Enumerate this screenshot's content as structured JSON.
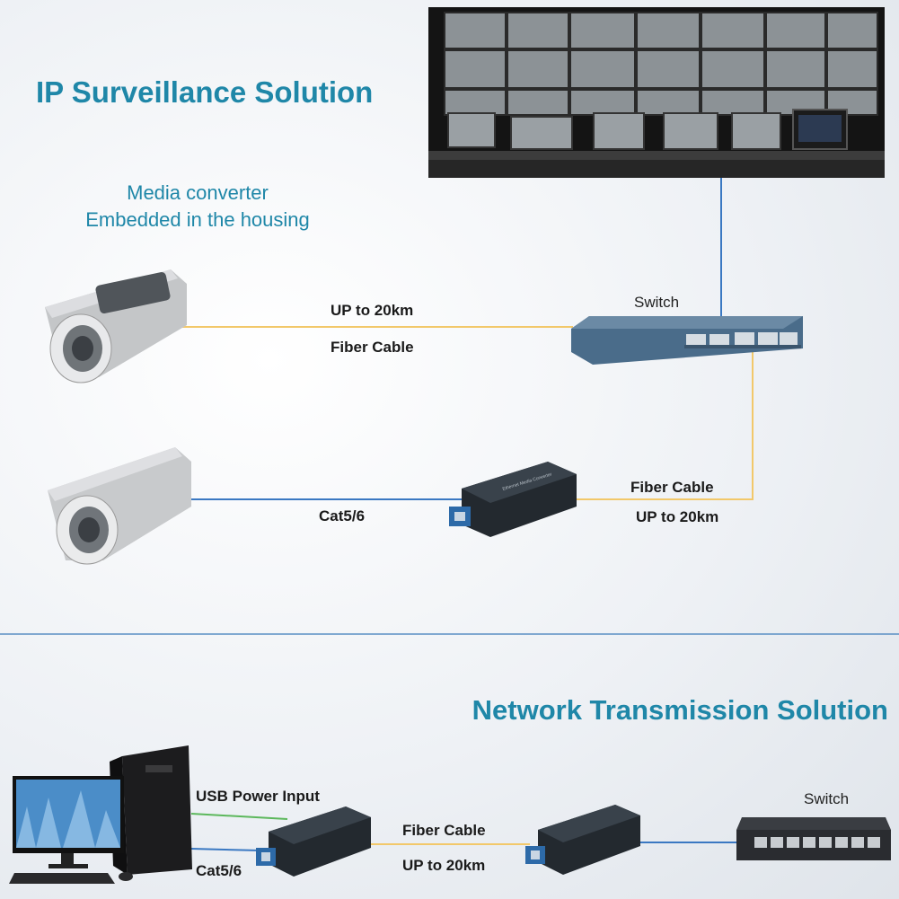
{
  "surveillance": {
    "title": "IP Surveillance Solution",
    "converter_note_line1": "Media converter",
    "converter_note_line2": "Embedded in the housing",
    "switch_label": "Switch",
    "link1_distance": "UP to 20km",
    "link1_cable": "Fiber Cable",
    "link2_cable_copper": "Cat5/6",
    "link2_fiber": "Fiber Cable",
    "link2_distance": "UP to 20km"
  },
  "network": {
    "title": "Network Transmission Solution",
    "usb_power": "USB Power Input",
    "copper": "Cat5/6",
    "fiber": "Fiber Cable",
    "distance": "UP to 20km",
    "switch_label": "Switch"
  },
  "colors": {
    "accent": "#1f87a8",
    "fiber_line": "#f2c86a",
    "copper_line": "#3a78c2",
    "usb_line": "#5cb85c"
  },
  "icons": [
    "video-wall-icon",
    "camera-icon",
    "network-switch-icon",
    "media-converter-icon",
    "desktop-computer-icon",
    "desktop-switch-icon"
  ]
}
